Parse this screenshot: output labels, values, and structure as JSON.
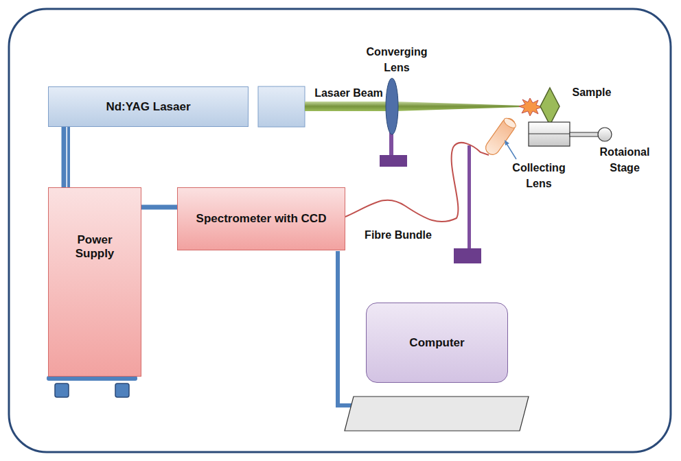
{
  "diagram": {
    "nodes": [
      {
        "text": [
          "Nd:YAG Lasaer"
        ]
      },
      {
        "text": [
          "Power Supply"
        ]
      },
      {
        "text": [
          "Spectrometer with CCD"
        ]
      },
      {
        "text": [
          "Computer"
        ]
      }
    ],
    "edges": [
      {
        "from": 0,
        "to": 1,
        "arrow": "none"
      },
      {
        "from": 1,
        "to": 2,
        "arrow": "none"
      }
    ],
    "labels": [
      "Lasaer Beam",
      "Converging Lens",
      "Sample",
      "Collecting Lens",
      "Rotaional Stage",
      "Fibre Bundle"
    ]
  }
}
